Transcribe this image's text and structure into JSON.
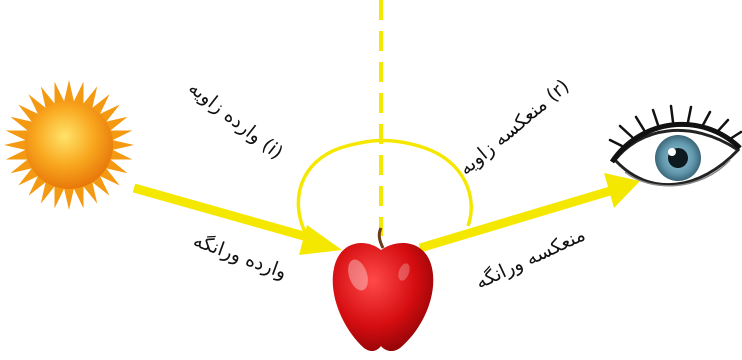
{
  "labels": {
    "incident_ray": "وارده ورانگه",
    "reflected_ray": "منعکسه ورانگه",
    "incident_angle": "وارده زاویه (i)",
    "reflected_angle": "منعکسه زاویه (r)"
  },
  "colors": {
    "ray": "#f5e800",
    "normal": "#f5e800",
    "angle_arc": "#f5e800",
    "sun": "#f7a21b",
    "apple": "#d90f12",
    "iris": "#6fa3b5",
    "text": "#111111"
  },
  "icons": [
    "sun-icon",
    "apple-icon",
    "eye-icon"
  ]
}
